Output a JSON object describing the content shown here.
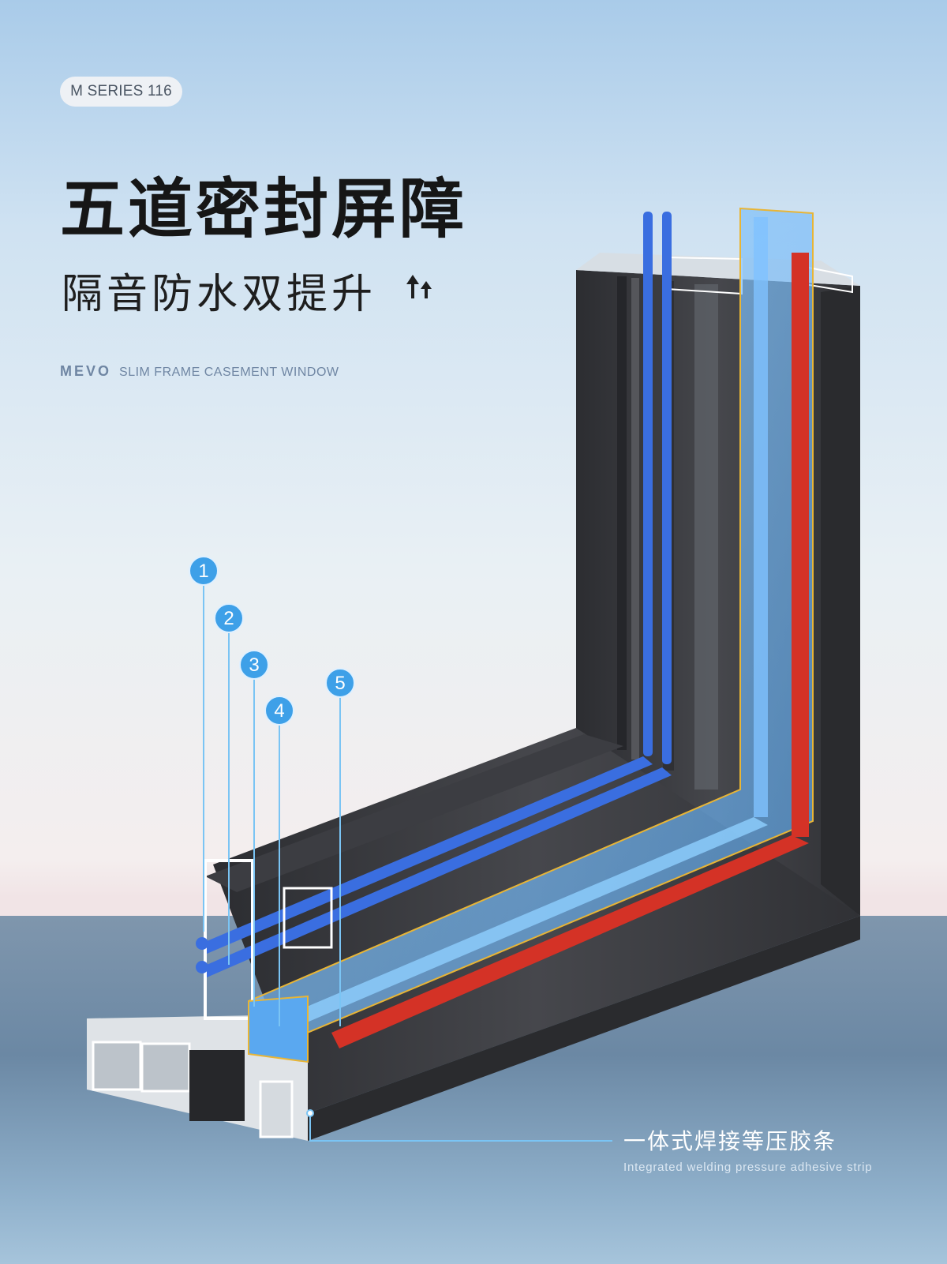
{
  "series_badge": "M SERIES 116",
  "title": "五道密封屏障",
  "subtitle": "隔音防水双提升",
  "subtitle_icon": "double-up-arrow-icon",
  "brand": "MEVO",
  "product_name": "SLIM FRAME CASEMENT WINDOW",
  "seal_markers": [
    "1",
    "2",
    "3",
    "4",
    "5"
  ],
  "caption_cn": "一体式焊接等压胶条",
  "caption_en": "Integrated welding pressure adhesive strip",
  "colors": {
    "frame": "#3a3b3f",
    "seal_blue": "#3a6ee0",
    "seal_light_blue": "#5aa8f0",
    "seal_red": "#d43226",
    "marker": "#3ea0e8",
    "outline_gold": "#e8b536"
  }
}
